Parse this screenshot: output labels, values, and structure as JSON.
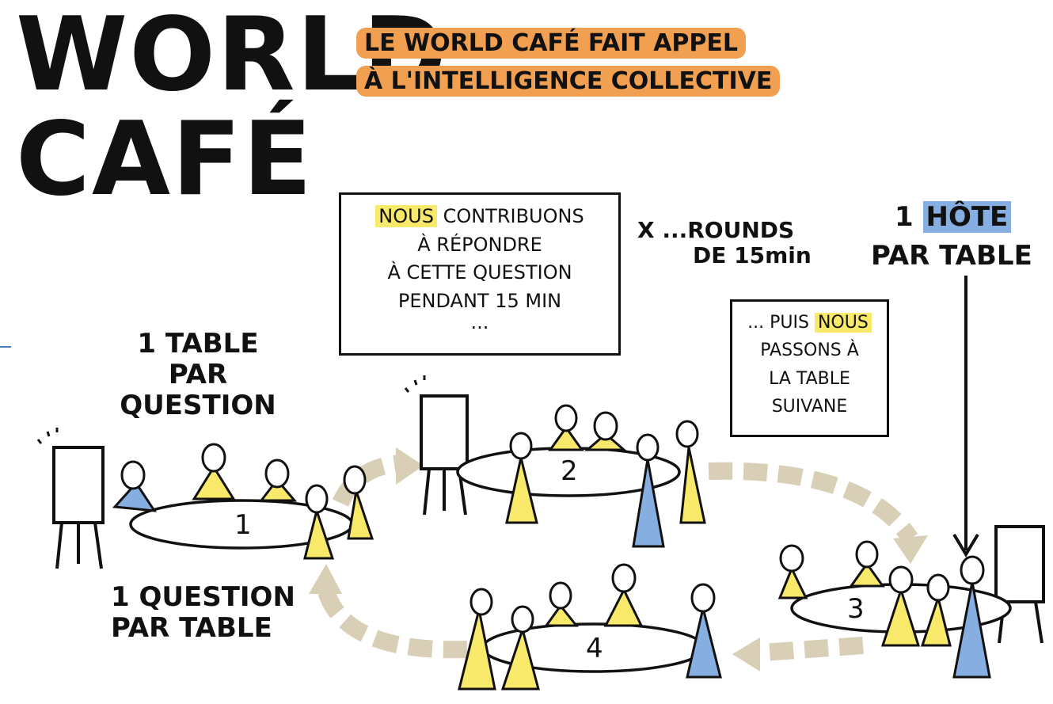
{
  "title": {
    "line1": "WORLD",
    "line2": "CAFÉ"
  },
  "subtitle": {
    "line1": "LE WORLD CAFÉ FAIT APPEL",
    "line2": "À L'INTELLIGENCE COLLECTIVE"
  },
  "box_top": {
    "highlight": "NOUS",
    "line1_rest": " CONTRIBUONS",
    "line2": "À RÉPONDRE",
    "line3": "À CETTE QUESTION",
    "line4": "PENDANT 15 MIN",
    "line5": "..."
  },
  "rounds": {
    "line1": "X ...ROUNDS",
    "line2": "DE 15min"
  },
  "host": {
    "prefix": "1 ",
    "highlight": "HÔTE",
    "line2": "PAR TABLE"
  },
  "box_right": {
    "line1_pre": "... PUIS ",
    "line1_hl": "NOUS",
    "line2": "PASSONS À",
    "line3": "LA TABLE",
    "line4": "SUIVANE"
  },
  "table_per_question": {
    "line1": "1 TABLE",
    "line2": "PAR",
    "line3": "QUESTION"
  },
  "question_per_table": {
    "line1": "1 QUESTION",
    "line2": "PAR TABLE"
  },
  "tables": [
    "1",
    "2",
    "3",
    "4"
  ],
  "colors": {
    "orange": "#f0a050",
    "yellow": "#f9e96a",
    "blue": "#86aee0",
    "arrow": "#d9cfb6",
    "ink": "#111111"
  }
}
